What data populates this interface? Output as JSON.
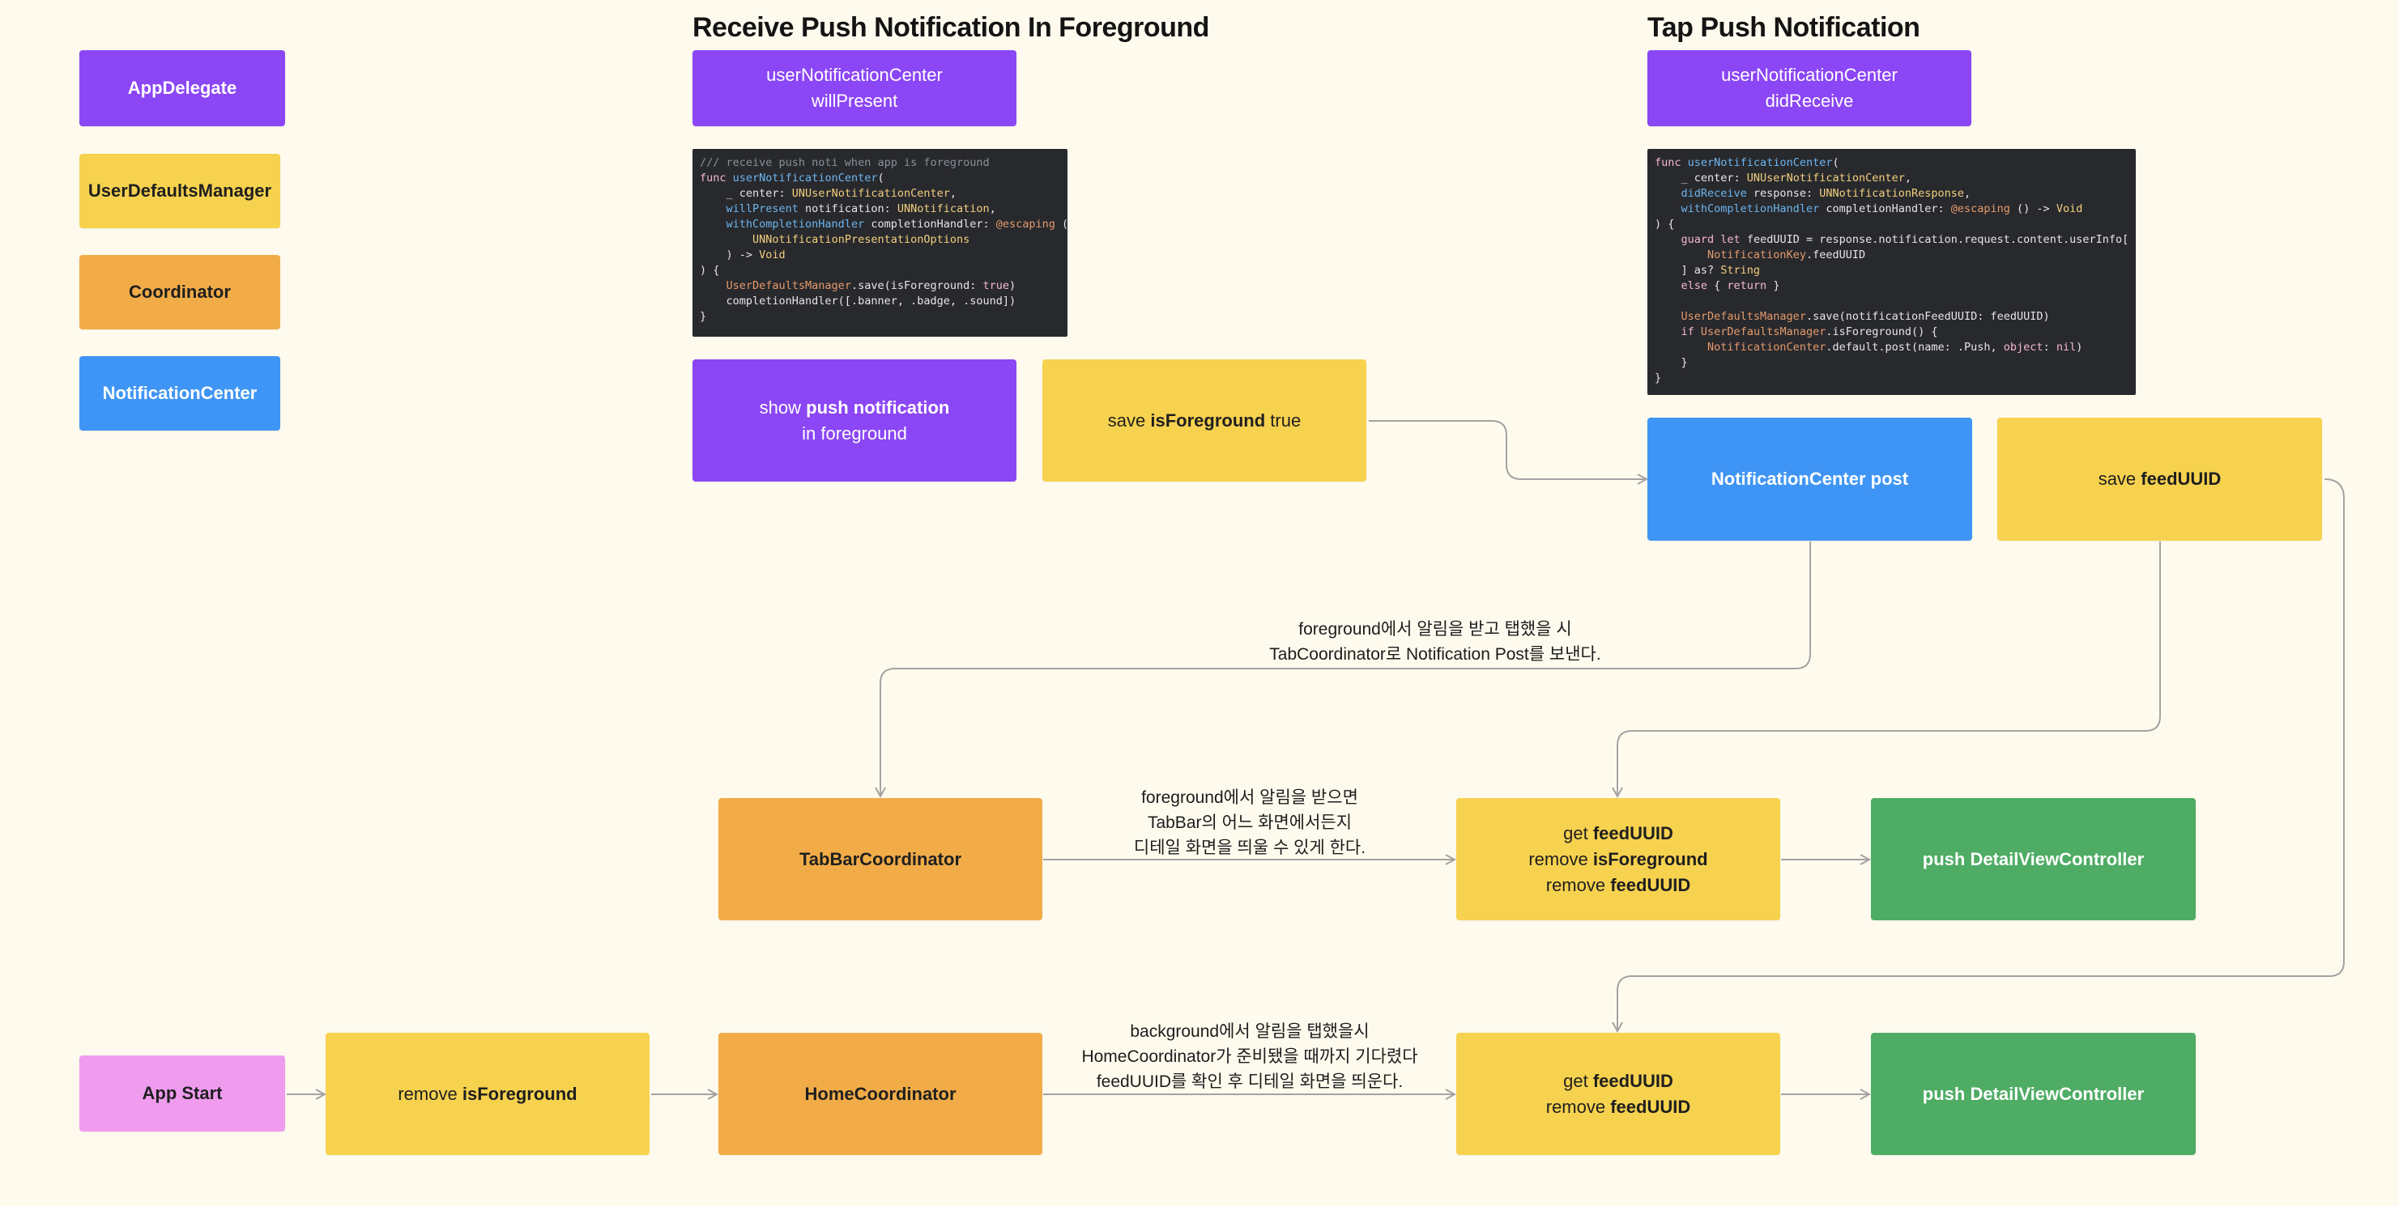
{
  "legend": {
    "app_delegate": "AppDelegate",
    "user_defaults_manager": "UserDefaultsManager",
    "coordinator": "Coordinator",
    "notification_center": "NotificationCenter"
  },
  "sections": {
    "foreground_title": "Receive Push Notification In Foreground",
    "tap_title": "Tap Push Notification"
  },
  "will_present": {
    "line1": "userNotificationCenter",
    "line2": "willPresent"
  },
  "did_receive": {
    "line1": "userNotificationCenter",
    "line2": "didReceive"
  },
  "code_foreground": [
    "/// receive push noti when app is foreground",
    "func userNotificationCenter(",
    "    _ center: UNUserNotificationCenter,",
    "    willPresent notification: UNNotification,",
    "    withCompletionHandler completionHandler: @escaping (",
    "        UNNotificationPresentationOptions",
    "    ) -> Void",
    ") {",
    "    UserDefaultsManager.save(isForeground: true)",
    "    completionHandler([.banner, .badge, .sound])",
    "}"
  ],
  "code_tap": [
    "func userNotificationCenter(",
    "    _ center: UNUserNotificationCenter,",
    "    didReceive response: UNNotificationResponse,",
    "    withCompletionHandler completionHandler: @escaping () -> Void",
    ") {",
    "    guard let feedUUID = response.notification.request.content.userInfo[",
    "        NotificationKey.feedUUID",
    "    ] as? String",
    "    else { return }",
    "",
    "    UserDefaultsManager.save(notificationFeedUUID: feedUUID)",
    "    if UserDefaultsManager.isForeground() {",
    "        NotificationCenter.default.post(name: .Push, object: nil)",
    "    }",
    "}"
  ],
  "nodes": {
    "show_push": {
      "pre": "show ",
      "bold": "push notification",
      "line2": "in foreground"
    },
    "save_foreground": {
      "pre": "save ",
      "bold": "isForeground",
      "post": " true"
    },
    "notification_post": "NotificationCenter post",
    "save_feed": {
      "pre": "save ",
      "bold": "feedUUID"
    },
    "tabbar_coordinator": "TabBarCoordinator",
    "get_remove_3": {
      "l1_pre": "get ",
      "l1_bold": "feedUUID",
      "l2_pre": "remove ",
      "l2_bold": "isForeground",
      "l3_pre": "remove ",
      "l3_bold": "feedUUID"
    },
    "push_detail_1": "push DetailViewController",
    "app_start": "App Start",
    "remove_foreground": {
      "pre": "remove ",
      "bold": "isForeground"
    },
    "home_coordinator": "HomeCoordinator",
    "get_remove_2": {
      "l1_pre": "get ",
      "l1_bold": "feedUUID",
      "l2_pre": "remove ",
      "l2_bold": "feedUUID"
    },
    "push_detail_2": "push DetailViewController"
  },
  "notes": {
    "tab_post": [
      "foreground에서 알림을 받고 탭했을 시",
      "TabCoordinator로 Notification Post를 보낸다."
    ],
    "tabbar": [
      "foreground에서 알림을 받으면",
      "TabBar의 어느 화면에서든지",
      "디테일 화면을 띄울 수 있게 한다."
    ],
    "home": [
      "background에서 알림을 탭했을시",
      "HomeCoordinator가 준비됐을 때까지 기다렸다",
      "feedUUID를 확인 후 디테일 화면을 띄운다."
    ]
  },
  "colors": {
    "background": "#fefbee",
    "app_delegate": "#8b46f5",
    "user_defaults_manager": "#f7d24f",
    "coordinator": "#f1ac48",
    "notification_center": "#3f95f5",
    "view_controller": "#4eac64",
    "app_start": "#ef9cef",
    "connector": "#a3a3a3",
    "code_background": "#28292d"
  }
}
